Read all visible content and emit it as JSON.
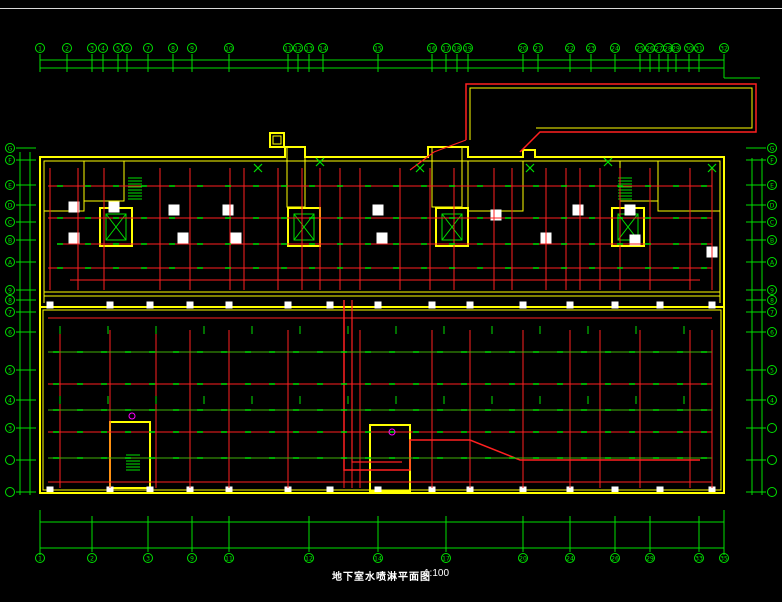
{
  "drawing": {
    "title": "地下室水喷淋平面图",
    "scale": "1:100"
  },
  "top_axes": [
    "1",
    "2",
    "3",
    "4",
    "5",
    "6",
    "7",
    "8",
    "9",
    "10",
    "11",
    "12",
    "13",
    "14",
    "15",
    "16",
    "17",
    "18",
    "19",
    "20",
    "21",
    "22",
    "23",
    "24",
    "25",
    "26",
    "27",
    "28",
    "29",
    "30",
    "31",
    "32",
    "33",
    "34",
    "35"
  ],
  "bottom_axes": [
    "1",
    "2",
    "3",
    "9",
    "11",
    "12",
    "14",
    "17",
    "20",
    "24",
    "26",
    "29",
    "33",
    "35"
  ],
  "left_axes": [
    "G",
    "F",
    "E",
    "D",
    "C",
    "B",
    "A",
    "9",
    "8",
    "7",
    "6",
    "5",
    "4",
    "3"
  ],
  "right_axes": [
    "G",
    "F",
    "E",
    "D",
    "C",
    "B",
    "A",
    "9",
    "8",
    "7",
    "6",
    "5",
    "4"
  ],
  "colors": {
    "wall": "#ffff00",
    "pipe": "#ff2020",
    "sprinkler": "#00e000",
    "dim": "#00e000",
    "axis": "#00e000",
    "column": "#ffffff",
    "magenta": "#ff00ff"
  }
}
